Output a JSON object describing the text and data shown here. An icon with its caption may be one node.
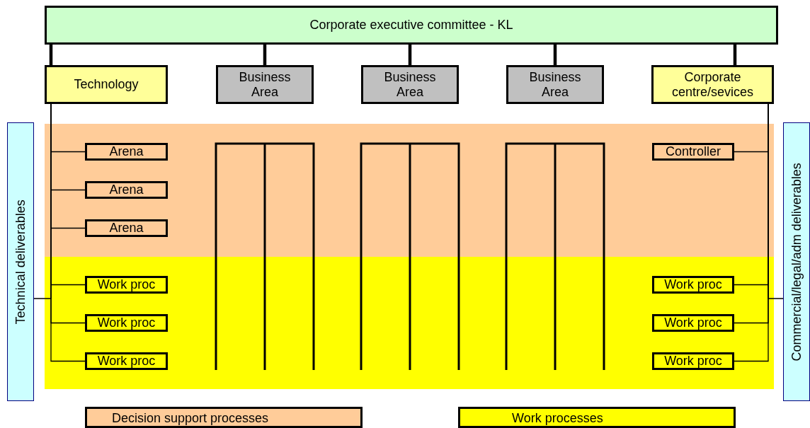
{
  "diagram": {
    "nodes": [
      {
        "text": [
          "Corporate executive committee - KL"
        ]
      },
      {
        "text": [
          "Technology"
        ]
      },
      {
        "text": [
          "Business Area"
        ]
      },
      {
        "text": [
          "Business Area"
        ]
      },
      {
        "text": [
          "Business Area"
        ]
      },
      {
        "text": [
          "Corporate centre/sevices"
        ]
      },
      {
        "text": [
          "Arena"
        ]
      },
      {
        "text": [
          "Arena"
        ]
      },
      {
        "text": [
          "Arena"
        ]
      },
      {
        "text": [
          "Controller"
        ]
      },
      {
        "text": [
          "Work proc"
        ]
      },
      {
        "text": [
          "Work proc"
        ]
      },
      {
        "text": [
          "Work proc"
        ]
      },
      {
        "text": [
          "Work proc"
        ]
      },
      {
        "text": [
          "Work proc"
        ]
      },
      {
        "text": [
          "Work proc"
        ]
      },
      {
        "text": [
          "Technical deliverables"
        ]
      },
      {
        "text": [
          "Commercial/legal/adm deliverables"
        ]
      }
    ],
    "edges": [
      {
        "from": 0,
        "to": 1,
        "arrow": "none",
        "style": "thick"
      },
      {
        "from": 0,
        "to": 2,
        "arrow": "none",
        "style": "thick"
      },
      {
        "from": 0,
        "to": 3,
        "arrow": "none",
        "style": "thick"
      },
      {
        "from": 0,
        "to": 4,
        "arrow": "none",
        "style": "thick"
      },
      {
        "from": 0,
        "to": 5,
        "arrow": "none",
        "style": "thick"
      },
      {
        "from": 1,
        "to": 6,
        "arrow": "none"
      },
      {
        "from": 1,
        "to": 7,
        "arrow": "none"
      },
      {
        "from": 1,
        "to": 8,
        "arrow": "none"
      },
      {
        "from": 1,
        "to": 10,
        "arrow": "none"
      },
      {
        "from": 1,
        "to": 11,
        "arrow": "none"
      },
      {
        "from": 1,
        "to": 12,
        "arrow": "none"
      },
      {
        "from": 16,
        "to": 1,
        "arrow": "none"
      },
      {
        "from": 5,
        "to": 9,
        "arrow": "none"
      },
      {
        "from": 5,
        "to": 13,
        "arrow": "none"
      },
      {
        "from": 5,
        "to": 14,
        "arrow": "none"
      },
      {
        "from": 5,
        "to": 15,
        "arrow": "none"
      },
      {
        "from": 17,
        "to": 5,
        "arrow": "none"
      }
    ],
    "legend": [
      {
        "text": "Decision support processes",
        "color": "#ffcc99"
      },
      {
        "text": "Work processes",
        "color": "#ffff00"
      }
    ]
  }
}
